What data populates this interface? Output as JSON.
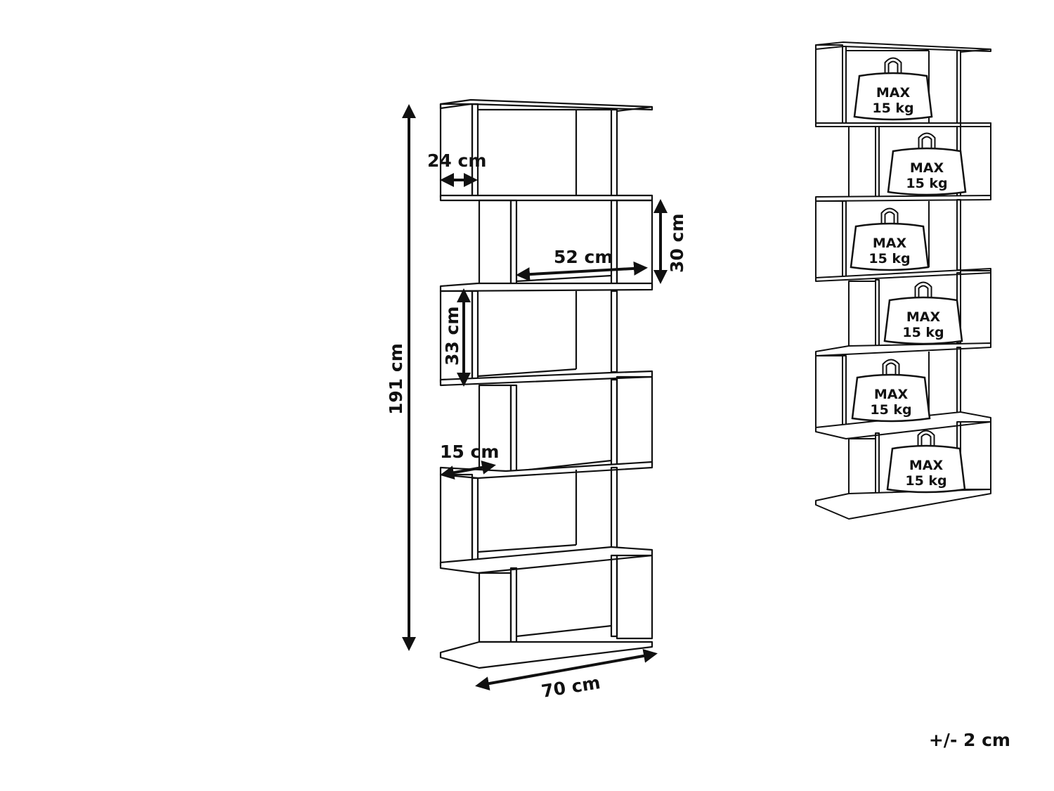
{
  "dimensions": {
    "depth": "24 cm",
    "shelf_height": "30 cm",
    "shelf_width": "52 cm",
    "compartment_height": "33 cm",
    "panel_depth": "15 cm",
    "total_height": "191 cm",
    "total_width": "70 cm"
  },
  "load_label": {
    "line1": "MAX",
    "line2": "15 kg"
  },
  "tolerance": "+/- 2 cm",
  "colors": {
    "line": "#111111",
    "background": "#ffffff"
  }
}
